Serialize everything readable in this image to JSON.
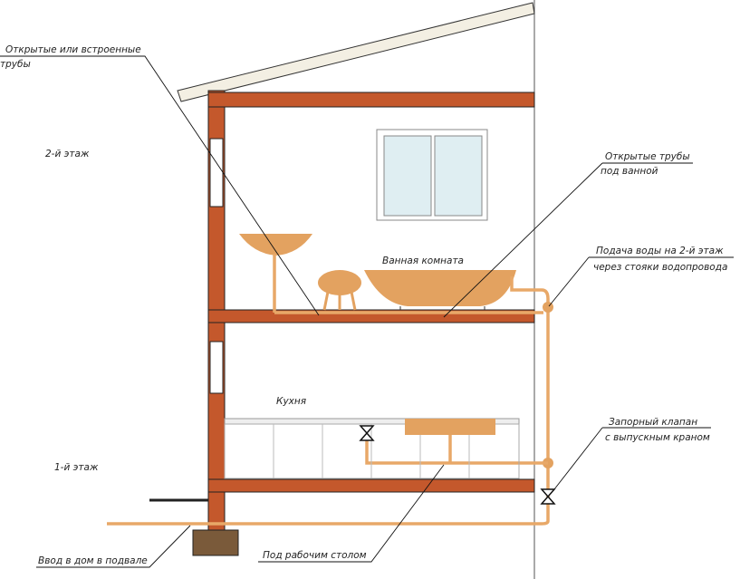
{
  "labels": {
    "open_or_built_in_1": "Открытые или встроенные",
    "open_or_built_in_2": "трубы",
    "floor2": "2-й этаж",
    "floor1": "1-й этаж",
    "open_pipes_1": "Открытые трубы",
    "open_pipes_2": "под ванной",
    "supply_1": "Подача воды на 2-й этаж",
    "supply_2": "через стояки водопровода",
    "bathroom": "Ванная комната",
    "kitchen": "Кухня",
    "valve_1": "Запорный клапан",
    "valve_2": "с выпускным краном",
    "basement_entry": "Ввод в дом в подвале",
    "under_counter": "Под рабочим столом"
  },
  "colors": {
    "wall": "#c4582c",
    "pipe": "#e8a868",
    "fixture": "#e3a260"
  }
}
